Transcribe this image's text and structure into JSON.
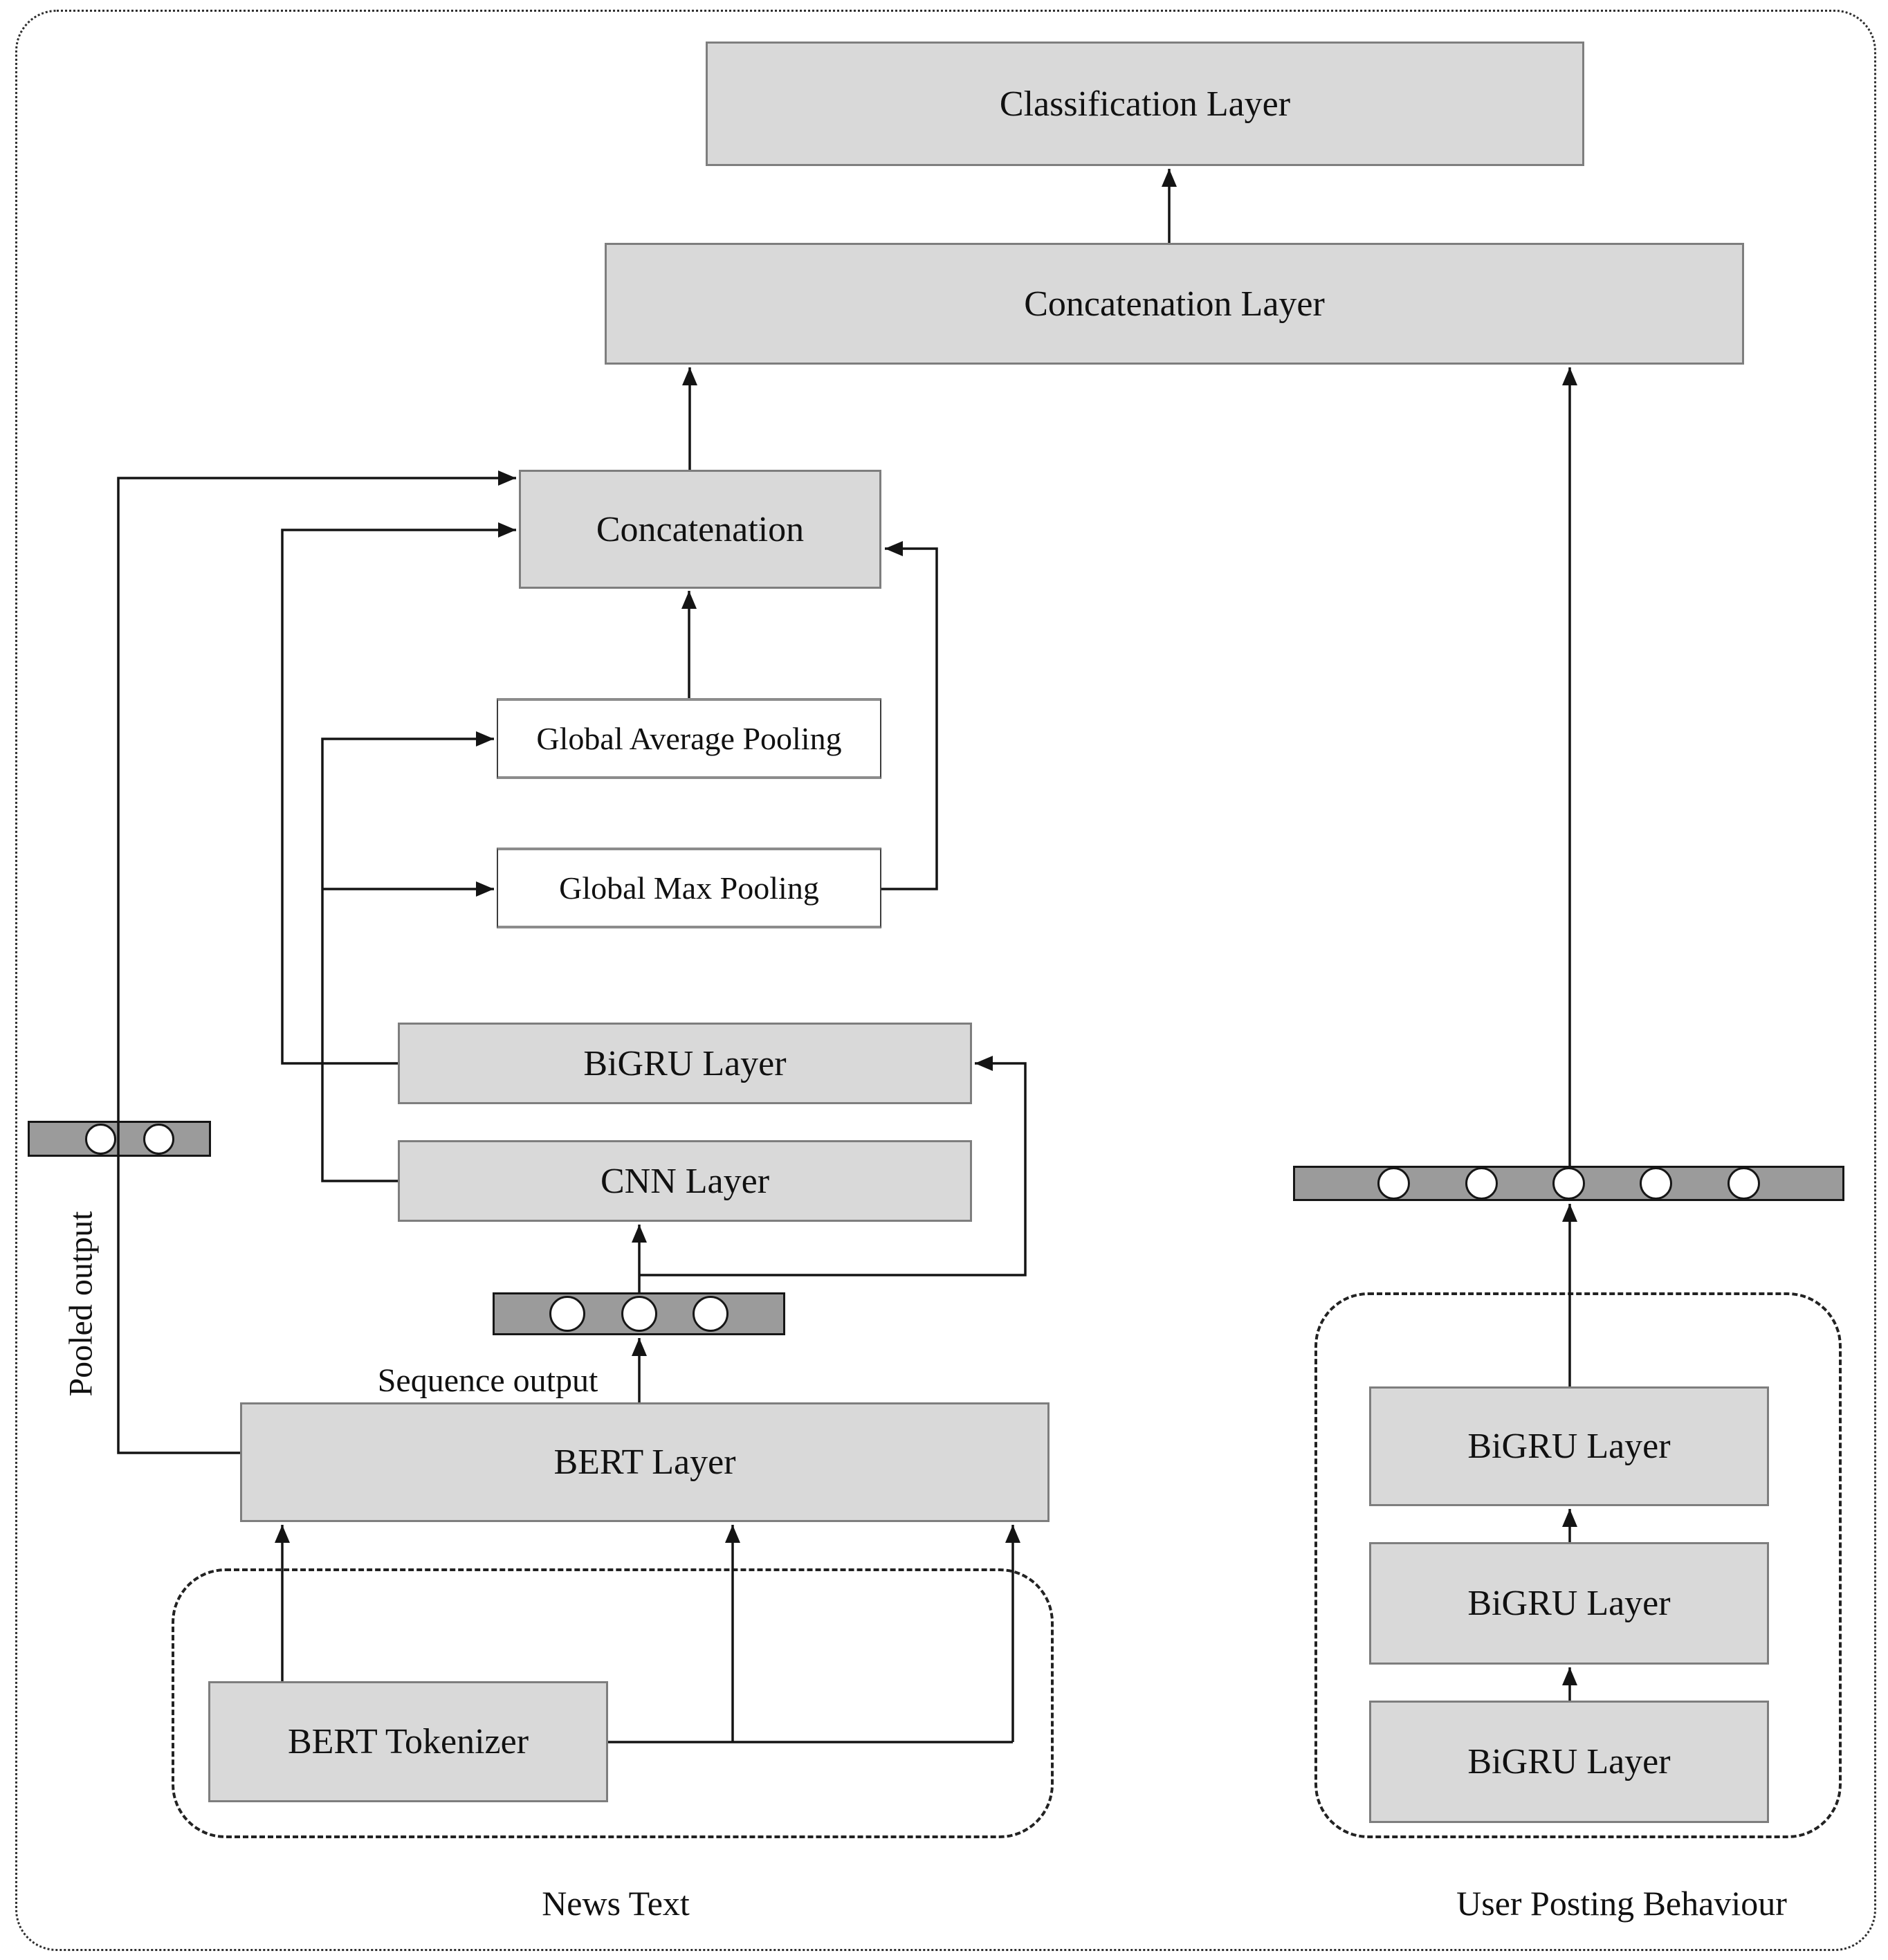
{
  "colors": {
    "box-fill": "#d9d9d9",
    "box-border": "#7e7e7e",
    "white-box-fill": "#ffffff",
    "white-box-border": "#8c8c8c",
    "white-box-side": "#3c3c3c",
    "bar-fill": "#9b9b9b",
    "line": "#141414",
    "text": "#111111",
    "background": "#ffffff"
  },
  "nodes": {
    "classification": {
      "label": "Classification Layer"
    },
    "concatenation_layer": {
      "label": "Concatenation Layer"
    },
    "concatenation": {
      "label": "Concatenation"
    },
    "global_average_pooling": {
      "label": "Global Average Pooling"
    },
    "global_max_pooling": {
      "label": "Global Max Pooling"
    },
    "bigru_text": {
      "label": "BiGRU Layer"
    },
    "cnn": {
      "label": "CNN Layer"
    },
    "bert": {
      "label": "BERT Layer"
    },
    "bert_tokenizer": {
      "label": "BERT Tokenizer"
    },
    "bigru_user_1": {
      "label": "BiGRU Layer"
    },
    "bigru_user_2": {
      "label": "BiGRU Layer"
    },
    "bigru_user_3": {
      "label": "BiGRU Layer"
    }
  },
  "annotations": {
    "pooled_output": "Pooled output",
    "sequence_output": "Sequence output"
  },
  "groups": {
    "news_text": "News Text",
    "user_posting_behaviour": "User Posting Behaviour"
  },
  "bars": {
    "sequence": {
      "circles": 3
    },
    "pooled": {
      "circles": 2
    },
    "user": {
      "circles": 5
    }
  }
}
